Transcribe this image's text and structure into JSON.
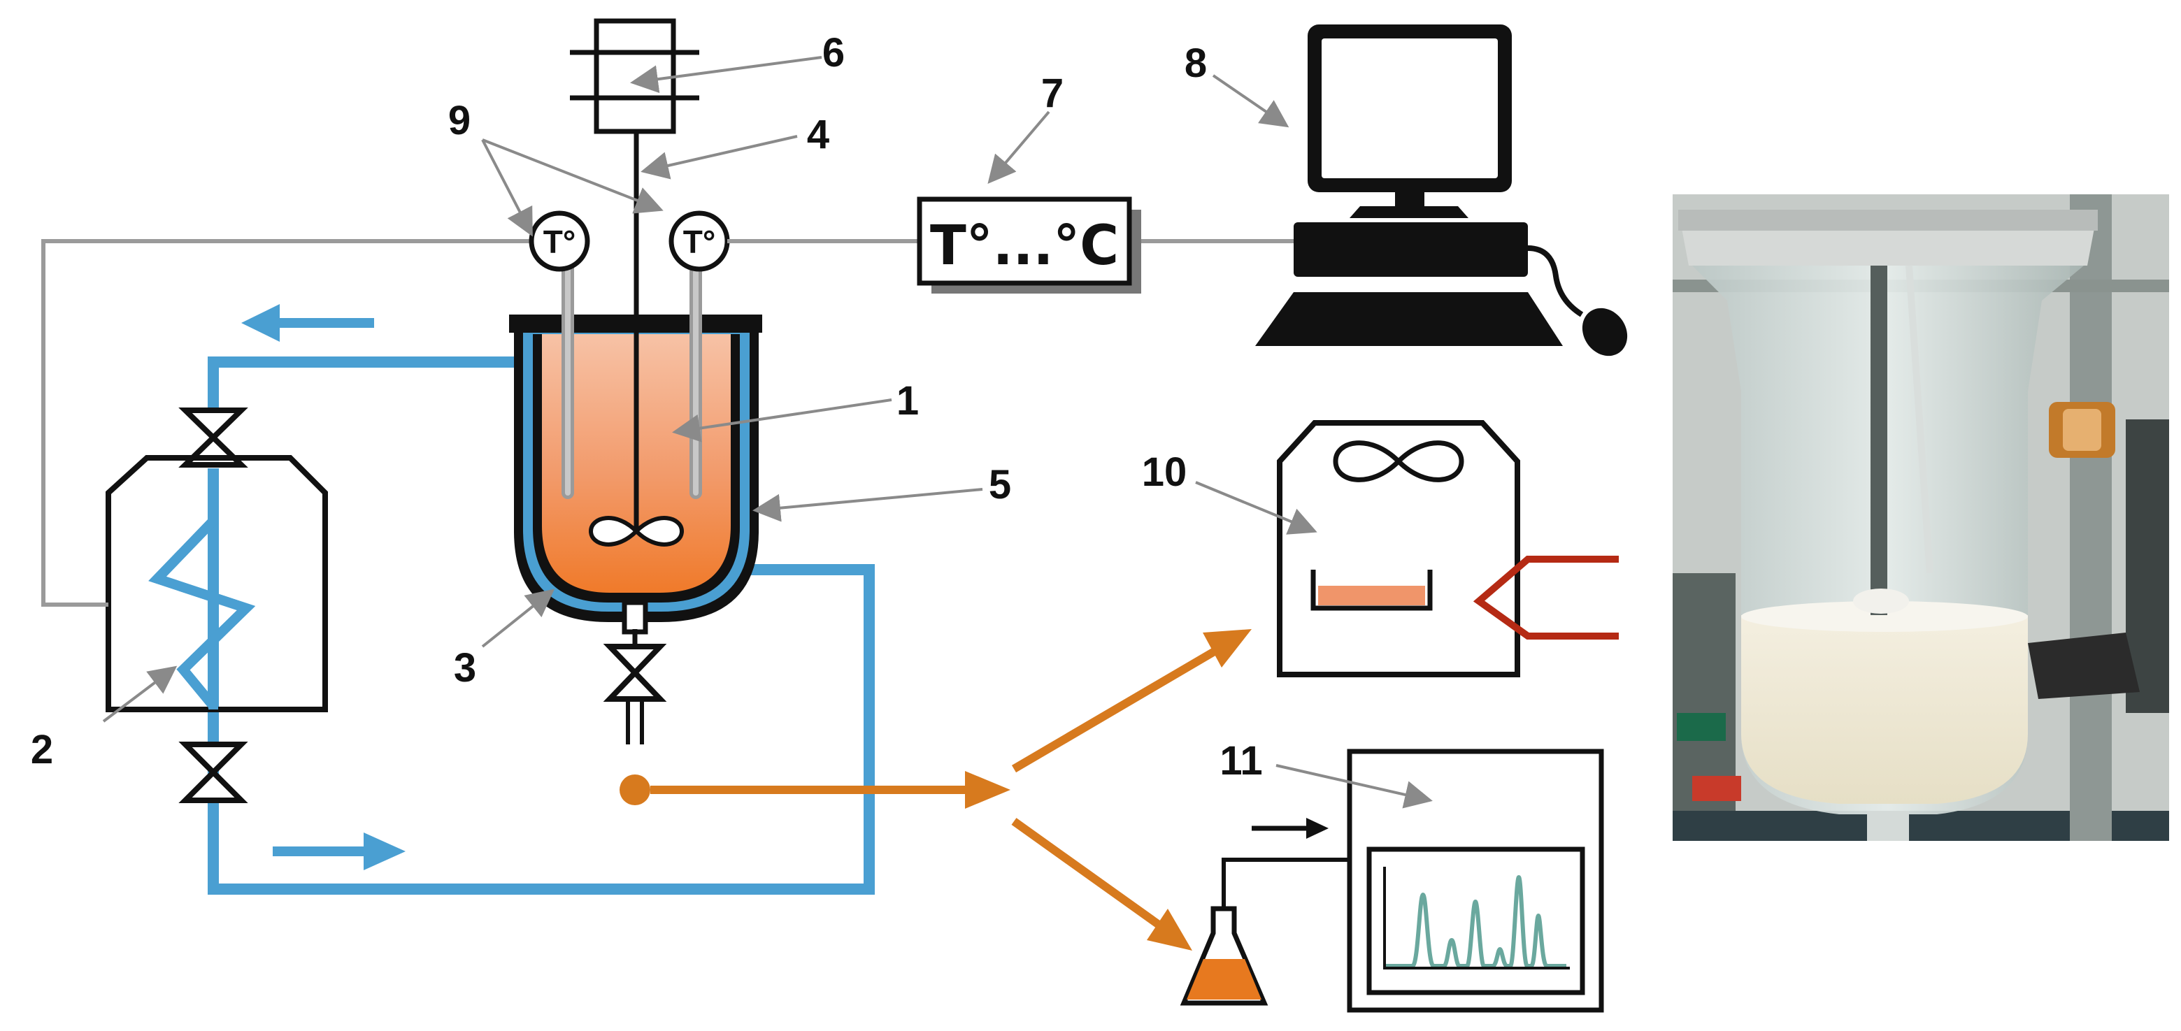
{
  "labels": {
    "n1": "1",
    "n2": "2",
    "n3": "3",
    "n4": "4",
    "n5": "5",
    "n6": "6",
    "n7": "7",
    "n8": "8",
    "n9": "9",
    "n10": "10",
    "n11": "11"
  },
  "sensor_symbol": "T°",
  "display_text": "T°...°C",
  "colors": {
    "coolant": "#4a9fd2",
    "product": "#d77a1e",
    "reaction_mass": "#f0956a",
    "heater_coil": "#b52a14",
    "chromatogram": "#6aa89e",
    "line": "#9a9a9a",
    "outline": "#111111"
  },
  "icons": {
    "monitor": "computer-monitor-icon",
    "keyboard": "keyboard-icon",
    "mouse": "mouse-icon",
    "valve": "valve-icon",
    "stirrer": "stirrer-impeller-icon",
    "flask": "erlenmeyer-flask-icon",
    "photo": "reactor-photo"
  }
}
